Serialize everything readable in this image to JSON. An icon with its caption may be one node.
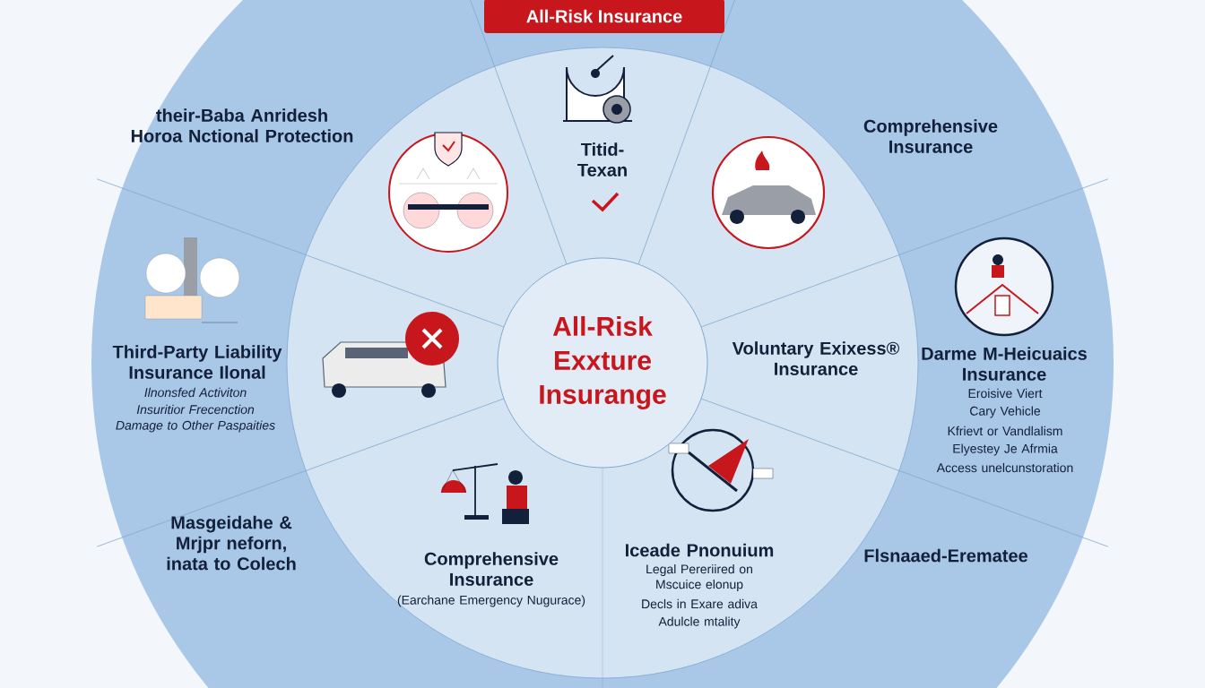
{
  "diagram": {
    "nodes": [
      {
        "text": [
          "All-Risk Insurance"
        ]
      },
      {
        "text": [
          "All-Risk Exxture Insurange"
        ]
      }
    ],
    "labels": [
      "their-Baba Anridesh Horoa Nctional Protection",
      "Comprehensive Insurance",
      "Titid- Texan",
      "Third-Party Liability Insurance Ilonal",
      "Ilnonsfed Activiton",
      "Insuritior Frecenction",
      "Damage to Other Paspaities",
      "Voluntary Exixess® Insurance",
      "Darme M-Heicuaics Insurance",
      "Eroisive Viert",
      "Cary Vehicle",
      "Kfrievt or Vandlalism",
      "Elyestey Je Afrmia",
      "Access unelcunstoration",
      "Masgeidahe & Mrjpr neforn, inata to Colech",
      "Comprehensive Insurance",
      "(Earchane Emergency Nugurace)",
      "Iceade Pnonuium",
      "Legal Pereriired on Mscuice elonup",
      "Decls in Exare adiva",
      "Adulcle mtality",
      "Flsnaaed-Erematee"
    ]
  }
}
